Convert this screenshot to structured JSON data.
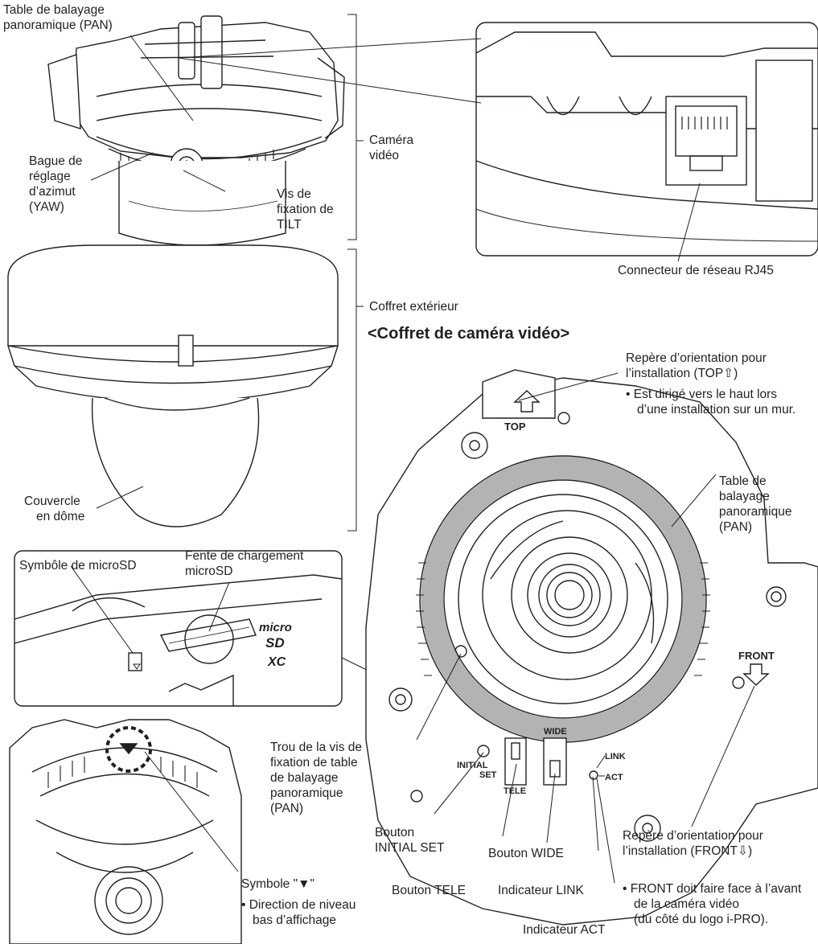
{
  "labels": {
    "pan_table_top": [
      "Table de balayage",
      "panoramique (PAN)"
    ],
    "yaw_ring": [
      "Bague de",
      "réglage",
      "d’azimut",
      "(YAW)"
    ],
    "tilt_screw": [
      "Vis de",
      "fixation de",
      "TILT"
    ],
    "camera": [
      "Caméra",
      "vidéo"
    ],
    "rj45": "Connecteur de réseau RJ45",
    "outer_case": "Coffret extérieur",
    "dome_cover": [
      "Couvercle",
      "en dôme"
    ],
    "microsd_symbol": "Symbôle de microSD",
    "microsd_slot": [
      "Fente de chargement",
      "microSD"
    ],
    "top_marker": [
      "Repère d’orientation pour",
      "l’installation (TOP⇧)"
    ],
    "top_note": [
      "Est dirigé vers le haut lors",
      "d’une installation sur un mur."
    ],
    "pan_table_right": [
      "Table de",
      "balayage",
      "panoramique",
      "(PAN)"
    ],
    "pan_screw_hole": [
      "Trou de la vis de",
      "fixation de table",
      "de balayage",
      "panoramique",
      "(PAN)"
    ],
    "initial_set_button": [
      "Bouton",
      "INITIAL SET"
    ],
    "wide_button": "Bouton WIDE",
    "tele_button": "Bouton TELE",
    "link_indicator": "Indicateur LINK",
    "act_indicator": "Indicateur ACT",
    "front_marker": [
      "Repère d’orientation pour",
      "l’installation (FRONT⇩)"
    ],
    "front_note": [
      "FRONT doit faire face à l’avant",
      "de la caméra vidéo",
      "(du côté du logo i-PRO)."
    ],
    "triangle_symbol": "Symbole \"▼\"",
    "triangle_note": [
      "Direction de niveau",
      "bas d’affichage"
    ]
  },
  "heading": "<Coffret de caméra vidéo>",
  "device_marks": {
    "top": "TOP",
    "front": "FRONT",
    "initial": "INITIAL",
    "set": "SET",
    "tele": "TELE",
    "wide": "WIDE",
    "link": "LINK",
    "act": "ACT",
    "micro": "micro",
    "sd": "SD",
    "xc": "XC"
  },
  "colors": {
    "line": "#231f20",
    "ring_gray": "#b3b3b3",
    "text": "#231f20"
  }
}
